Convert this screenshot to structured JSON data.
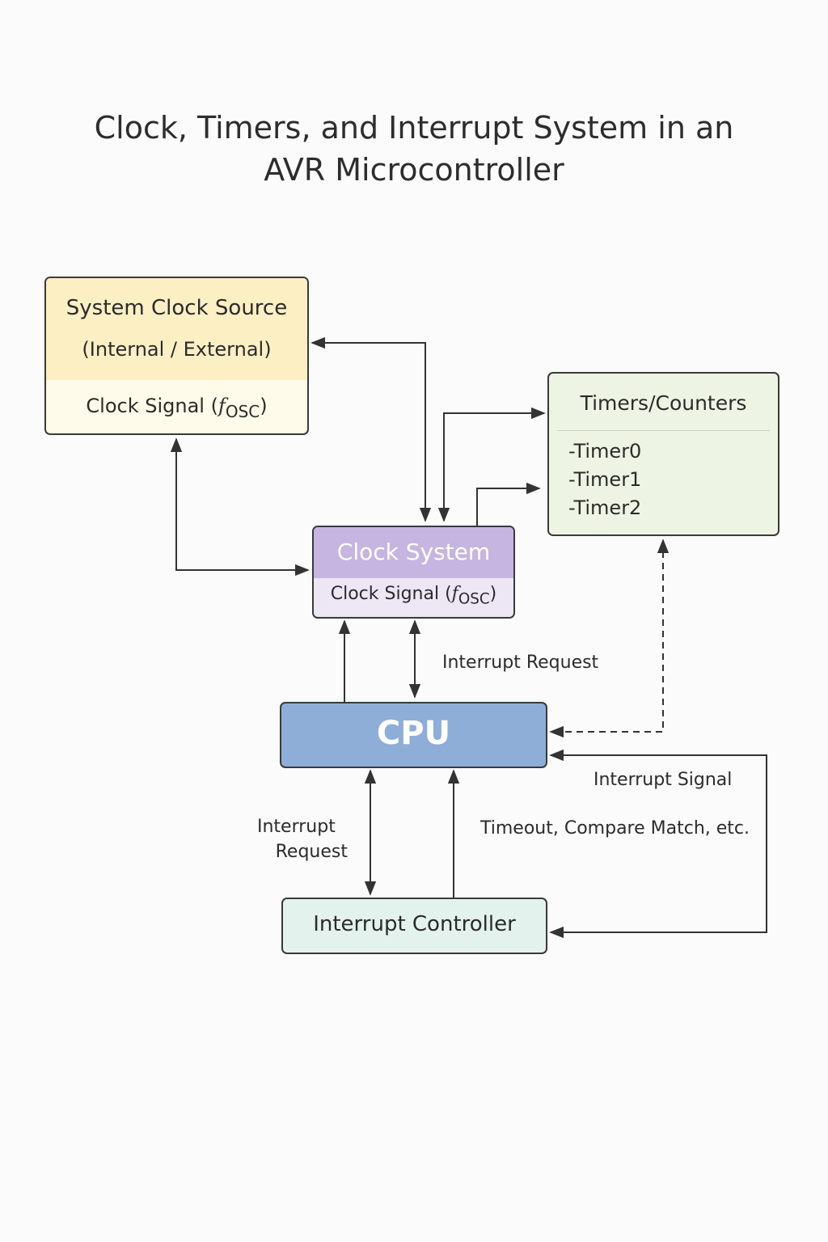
{
  "title": {
    "line1": "Clock, Timers, and Interrupt System in an",
    "line2": "AVR Microcontroller"
  },
  "nodes": {
    "system_clock_source": {
      "title": "System Clock Source",
      "subtitle": "(Internal / External)",
      "signal_text": "Clock Signal (",
      "signal_symbol": "f",
      "signal_sub": "OSC",
      "signal_close": ")"
    },
    "timers_counters": {
      "title": "Timers/Counters",
      "items": [
        "-Timer0",
        "-Timer1",
        "-Timer2"
      ]
    },
    "clock_system": {
      "title": "Clock System",
      "signal_text": "Clock Signal (",
      "signal_symbol": "f",
      "signal_sub": "OSC",
      "signal_close": ")"
    },
    "cpu": {
      "title": "CPU"
    },
    "interrupt_controller": {
      "title": "Interrupt Controller"
    }
  },
  "edge_labels": {
    "interrupt_request_right": "Interrupt Request",
    "interrupt_signal": "Interrupt Signal",
    "timeout": "Timeout, Compare Match, etc.",
    "interrupt_request_left_line1": "Interrupt",
    "interrupt_request_left_line2": "Request"
  },
  "colors": {
    "system_clock_source_header": "#fcefc4",
    "timers_counters_fill": "#eef4e3",
    "clock_system_header": "#c6b5e0",
    "cpu_fill": "#8eaed8",
    "interrupt_controller_fill": "#e3f2ed"
  }
}
